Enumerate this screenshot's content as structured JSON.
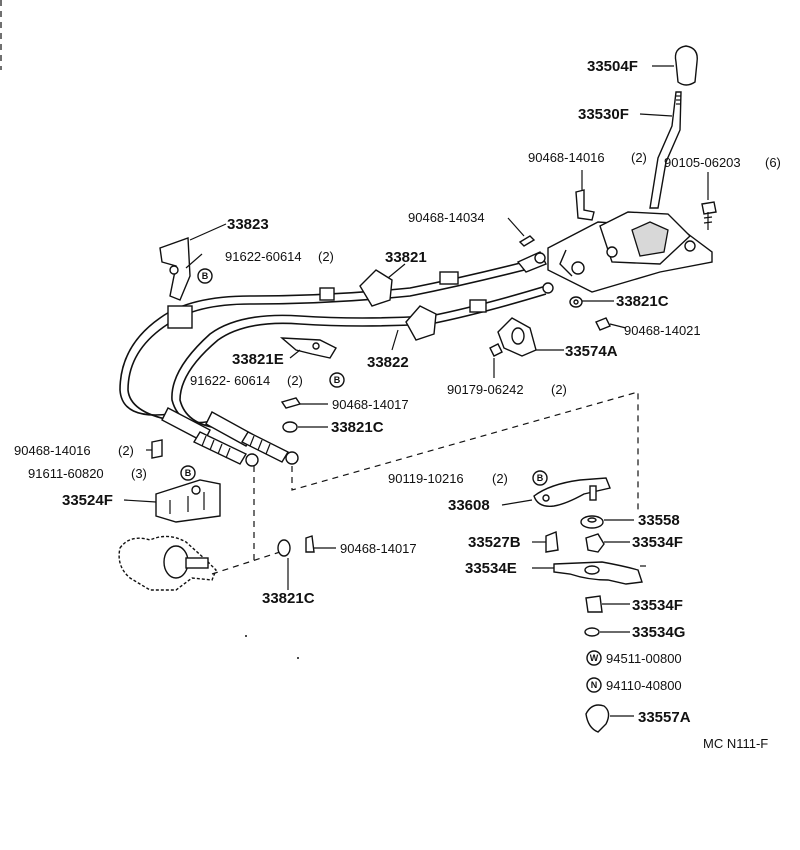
{
  "labels": {
    "p33504F": "33504F",
    "p33530F": "33530F",
    "p90468_14016_top": "90468-14016",
    "p90468_14016_top_qty": "(2)",
    "p90105_06203": "90105-06203",
    "p90105_06203_qty": "(6)",
    "p33823": "33823",
    "p91622_60614_a": "91622-60614",
    "p91622_60614_a_qty": "(2)",
    "p90468_14034": "90468-14034",
    "p33821": "33821",
    "p33821C_a": "33821C",
    "p90468_14021": "90468-14021",
    "p33821E": "33821E",
    "p33822": "33822",
    "p33574A": "33574A",
    "p91622_60614_b": "91622- 60614",
    "p91622_60614_b_qty": "(2)",
    "p90179_06242": "90179-06242",
    "p90179_06242_qty": "(2)",
    "p90468_14017_a": "90468-14017",
    "p33821C_b": "33821C",
    "p90468_14016_b": "90468-14016",
    "p90468_14016_b_qty": "(2)",
    "p91611_60820": "91611-60820",
    "p91611_60820_qty": "(3)",
    "p33524F": "33524F",
    "p90119_10216": "90119-10216",
    "p90119_10216_qty": "(2)",
    "p33608": "33608",
    "p33558": "33558",
    "p33527B": "33527B",
    "p33534F_a": "33534F",
    "p33534E": "33534E",
    "p90468_14017_b": "90468-14017",
    "p33821C_c": "33821C",
    "p33534F_b": "33534F",
    "p33534G": "33534G",
    "p94511_00800": "94511-00800",
    "p94110_40800": "94110-40800",
    "p33557A": "33557A"
  },
  "symbols": {
    "B": "B",
    "W": "W",
    "N": "N"
  },
  "footer": {
    "code": "MC N111-F"
  }
}
